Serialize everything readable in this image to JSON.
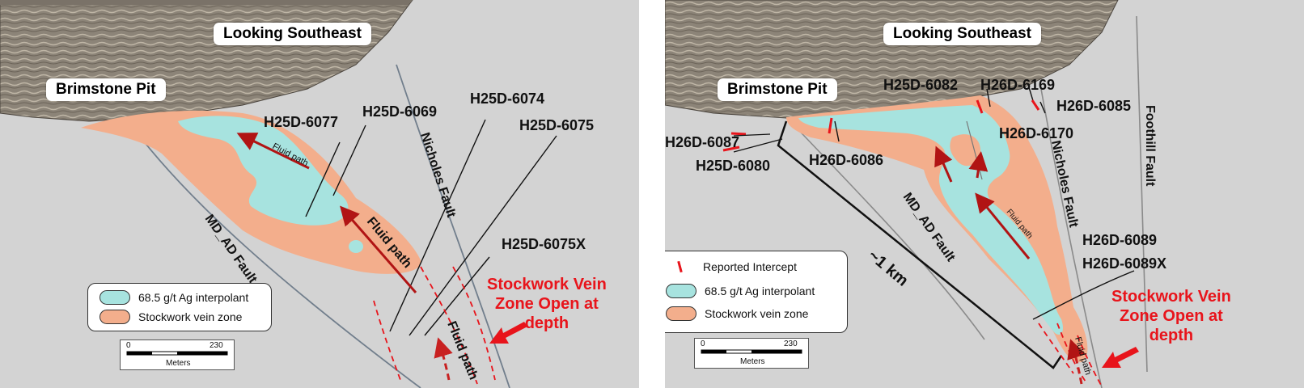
{
  "colors": {
    "interpolant": "#a7e3df",
    "vein_zone": "#f3ae8c",
    "fluid_arrow": "#b11414",
    "note_red": "#e8141b",
    "background": "#d3d3d3",
    "fault_line": "#717e8c"
  },
  "left": {
    "view_label": "Looking Southeast",
    "pit_label": "Brimstone Pit",
    "drillholes": [
      "H25D-6077",
      "H25D-6069",
      "H25D-6074",
      "H25D-6075",
      "H25D-6075X"
    ],
    "faults": [
      "MD_AD Fault",
      "Nicholes Fault"
    ],
    "fluid_labels": [
      "Fluid path",
      "Fluid path",
      "Fluid path"
    ],
    "note": [
      "Stockwork Vein",
      "Zone Open at",
      "depth"
    ],
    "legend": {
      "items": [
        {
          "swatch": "interpolant",
          "label": "68.5 g/t Ag interpolant"
        },
        {
          "swatch": "vein_zone",
          "label": "Stockwork vein zone"
        }
      ]
    },
    "scale": {
      "min": "0",
      "max": "230",
      "unit": "Meters"
    }
  },
  "right": {
    "view_label": "Looking Southeast",
    "pit_label": "Brimstone Pit",
    "drillholes": [
      "H25D-6082",
      "H26D-6169",
      "H26D-6085",
      "H26D-6170",
      "H26D-6087",
      "H25D-6080",
      "H26D-6086",
      "H26D-6089",
      "H26D-6089X"
    ],
    "faults": [
      "MD_AD Fault",
      "Nicholes Fault",
      "Foothill Fault"
    ],
    "fluid_labels": [
      "Fluid path",
      "Fluid path"
    ],
    "distance_label": "~1 km",
    "note": [
      "Stockwork Vein",
      "Zone Open at",
      "depth"
    ],
    "legend": {
      "items": [
        {
          "swatch": "intercept",
          "label": "Reported Intercept"
        },
        {
          "swatch": "interpolant",
          "label": "68.5 g/t Ag interpolant"
        },
        {
          "swatch": "vein_zone",
          "label": "Stockwork vein zone"
        }
      ]
    },
    "scale": {
      "min": "0",
      "max": "230",
      "unit": "Meters"
    }
  }
}
